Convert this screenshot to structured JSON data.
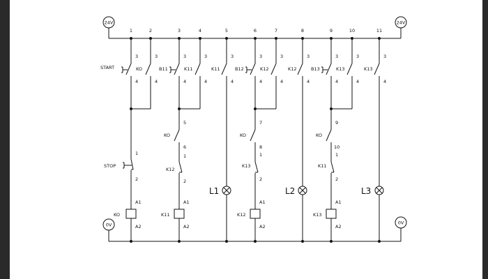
{
  "supply": {
    "top": "24V",
    "bottom": "0V"
  },
  "column_numbers": [
    "1",
    "2",
    "3",
    "4",
    "5",
    "6",
    "7",
    "8",
    "9",
    "10",
    "11"
  ],
  "rung1": {
    "start": "START",
    "start_contact": "KO",
    "term_top": "3",
    "term_bottom": "4",
    "stop": "STOP",
    "stop_terms": [
      "1",
      "2"
    ],
    "coil": "KO",
    "coil_terms": [
      "A1",
      "A2"
    ]
  },
  "rung2": {
    "switch": "B11",
    "contact": "K11",
    "hold": "K11",
    "seq_contact": "KO",
    "seq_terms": [
      "5",
      "6"
    ],
    "nc_contact": "K12",
    "nc_terms": [
      "1",
      "2"
    ],
    "coil": "K11",
    "coil_terms": [
      "A1",
      "A2"
    ]
  },
  "rung3": {
    "switch": "B12",
    "contact": "K12",
    "hold": "K12",
    "seq_contact": "KO",
    "seq_terms": [
      "7",
      "8"
    ],
    "nc_contact": "K13",
    "nc_terms": [
      "1",
      "2"
    ],
    "coil": "K12",
    "coil_terms": [
      "A1",
      "A2"
    ]
  },
  "rung4": {
    "switch": "B13",
    "contact": "K13",
    "hold": "K13",
    "seq_contact": "KO",
    "seq_terms": [
      "9",
      "10"
    ],
    "nc_contact": "K11",
    "nc_terms": [
      "1",
      "2"
    ],
    "coil": "K13",
    "coil_terms": [
      "A1",
      "A2"
    ]
  },
  "lamps": [
    "L1",
    "L2",
    "L3"
  ]
}
